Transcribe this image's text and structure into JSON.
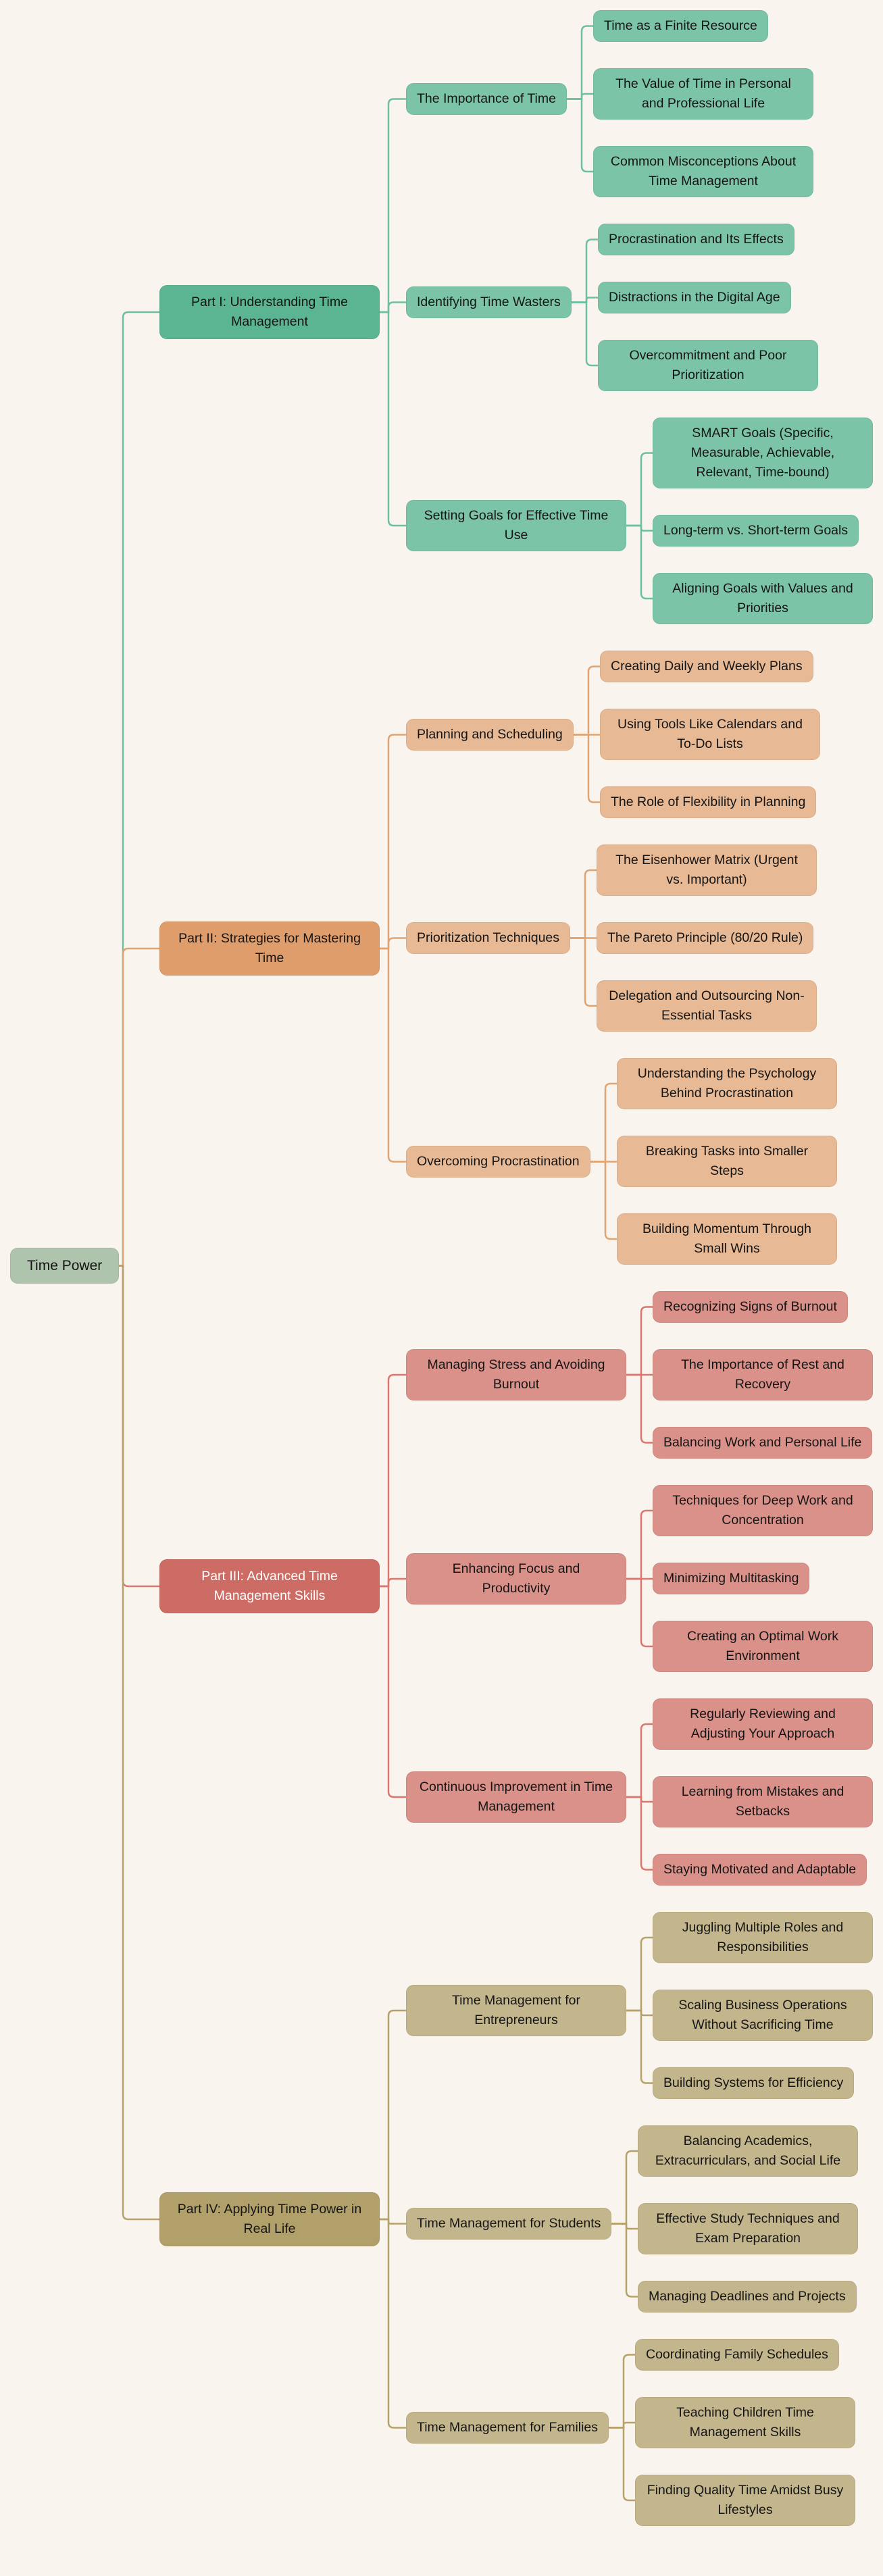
{
  "root": {
    "label": "Time Power",
    "color": "#aec4ac"
  },
  "parts": [
    {
      "label": "Part I: Understanding Time Management",
      "color": "#5bb592",
      "child_color": "#7cc4a8",
      "line_color": "#6dbf9e",
      "text_color": "#151515",
      "sections": [
        {
          "label": "The Importance of Time",
          "items": [
            "Time as a Finite Resource",
            "The Value of Time in Personal and Professional Life",
            "Common Misconceptions About Time Management"
          ]
        },
        {
          "label": "Identifying Time Wasters",
          "items": [
            "Procrastination and Its Effects",
            "Distractions in the Digital Age",
            "Overcommitment and Poor Prioritization"
          ]
        },
        {
          "label": "Setting Goals for Effective Time Use",
          "items": [
            "SMART Goals (Specific, Measurable, Achievable, Relevant, Time-bound)",
            "Long-term vs. Short-term Goals",
            "Aligning Goals with Values and Priorities"
          ]
        }
      ]
    },
    {
      "label": "Part II: Strategies for Mastering Time",
      "color": "#df9d6c",
      "child_color": "#e7b994",
      "line_color": "#e0a473",
      "text_color": "#151515",
      "sections": [
        {
          "label": "Planning and Scheduling",
          "items": [
            "Creating Daily and Weekly Plans",
            "Using Tools Like Calendars and To-Do Lists",
            "The Role of Flexibility in Planning"
          ]
        },
        {
          "label": "Prioritization Techniques",
          "items": [
            "The Eisenhower Matrix (Urgent vs. Important)",
            "The Pareto Principle (80/20 Rule)",
            "Delegation and Outsourcing Non-Essential Tasks"
          ]
        },
        {
          "label": "Overcoming Procrastination",
          "items": [
            "Understanding the Psychology Behind Procrastination",
            "Breaking Tasks into Smaller Steps",
            "Building Momentum Through Small Wins"
          ]
        }
      ]
    },
    {
      "label": "Part III: Advanced Time Management Skills",
      "color": "#cd6c64",
      "child_color": "#d9918a",
      "line_color": "#d9776f",
      "text_color": "#ffffff",
      "sections": [
        {
          "label": "Managing Stress and Avoiding Burnout",
          "items": [
            "Recognizing Signs of Burnout",
            "The Importance of Rest and Recovery",
            "Balancing Work and Personal Life"
          ]
        },
        {
          "label": "Enhancing Focus and Productivity",
          "items": [
            "Techniques for Deep Work and Concentration",
            "Minimizing Multitasking",
            "Creating an Optimal Work Environment"
          ]
        },
        {
          "label": "Continuous Improvement in Time Management",
          "items": [
            "Regularly Reviewing and Adjusting Your Approach",
            "Learning from Mistakes and Setbacks",
            "Staying Motivated and Adaptable"
          ]
        }
      ]
    },
    {
      "label": "Part IV: Applying Time Power in Real Life",
      "color": "#b2a06a",
      "child_color": "#c4b68c",
      "line_color": "#b5a26a",
      "text_color": "#151515",
      "sections": [
        {
          "label": "Time Management for Entrepreneurs",
          "items": [
            "Juggling Multiple Roles and Responsibilities",
            "Scaling Business Operations Without Sacrificing Time",
            "Building Systems for Efficiency"
          ]
        },
        {
          "label": "Time Management for Students",
          "items": [
            "Balancing Academics, Extracurriculars, and Social Life",
            "Effective Study Techniques and Exam Preparation",
            "Managing Deadlines and Projects"
          ]
        },
        {
          "label": "Time Management for Families",
          "items": [
            "Coordinating Family Schedules",
            "Teaching Children Time Management Skills",
            "Finding Quality Time Amidst Busy Lifestyles"
          ]
        }
      ]
    }
  ]
}
